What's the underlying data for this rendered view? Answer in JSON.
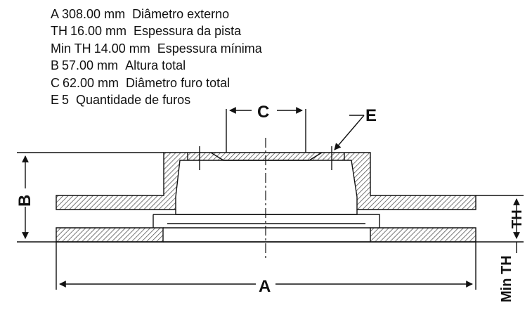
{
  "specs": [
    {
      "code": "A",
      "value": "308.00 mm",
      "desc": "Diâmetro externo"
    },
    {
      "code": "TH",
      "value": "16.00 mm",
      "desc": "Espessura da pista"
    },
    {
      "code": "Min TH",
      "value": "14.00 mm",
      "desc": "Espessura mínima"
    },
    {
      "code": "B",
      "value": "57.00 mm",
      "desc": "Altura total"
    },
    {
      "code": "C",
      "value": "62.00 mm",
      "desc": "Diâmetro furo total"
    },
    {
      "code": "E",
      "value": "5",
      "desc": "Quantidade de furos"
    }
  ],
  "labels": {
    "a": "A",
    "b": "B",
    "c": "C",
    "e": "E",
    "th": "TH",
    "min_th": "Min TH"
  },
  "colors": {
    "line": "#111111",
    "hatch": "#555555"
  }
}
